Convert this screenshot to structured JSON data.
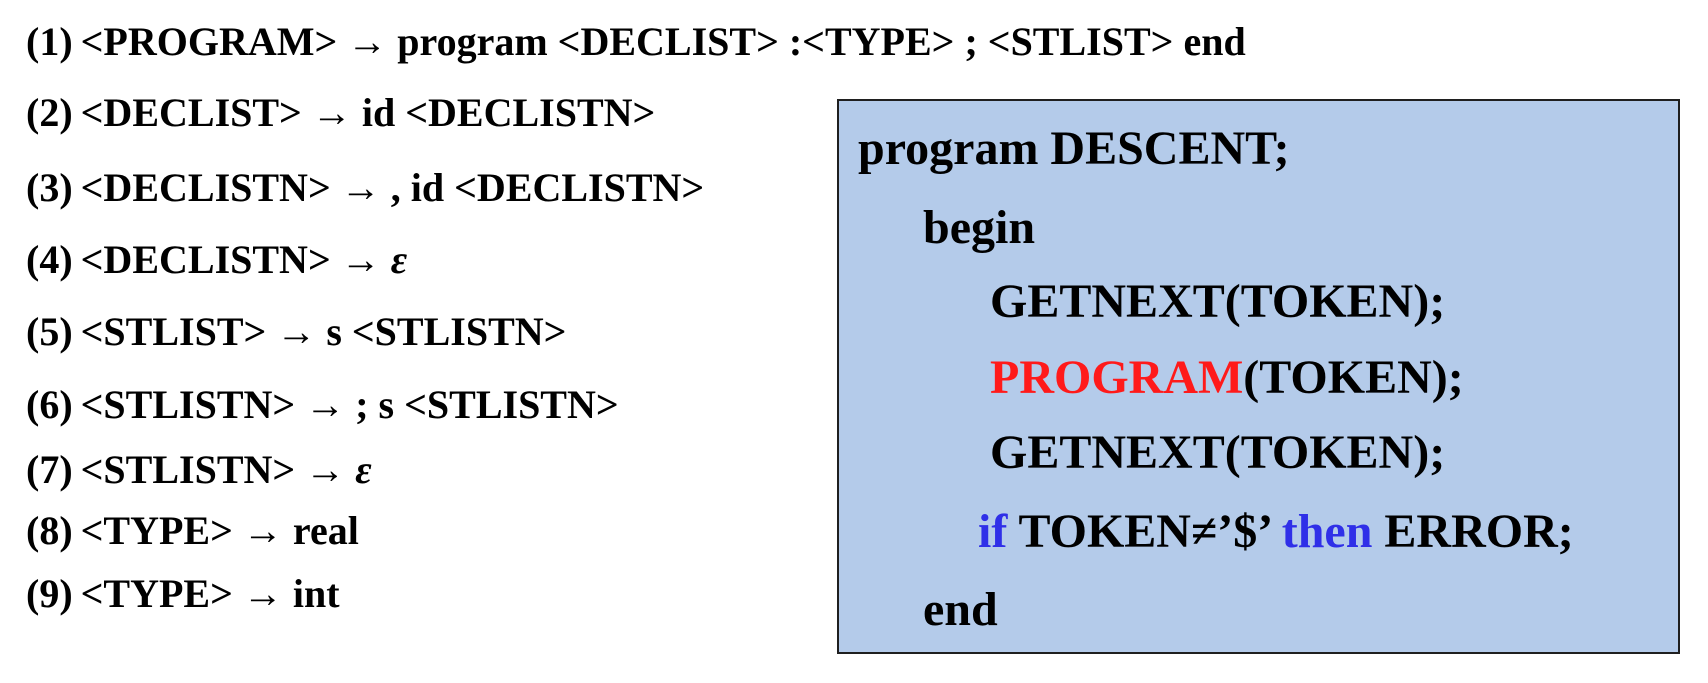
{
  "grammar": {
    "rules": [
      {
        "num": "(1)",
        "text": "<PROGRAM> → program <DECLIST> :<TYPE> ; <STLIST> end"
      },
      {
        "num": "(2)",
        "text": "<DECLIST> → id <DECLISTN>"
      },
      {
        "num": "(3)",
        "text": "<DECLISTN> → , id <DECLISTN>"
      },
      {
        "num": "(4)",
        "text": "<DECLISTN> → ",
        "eps": "ε"
      },
      {
        "num": "(5)",
        "text": "<STLIST> → s <STLISTN>"
      },
      {
        "num": "(6)",
        "text": "<STLISTN> → ; s <STLISTN>"
      },
      {
        "num": "(7)",
        "text": "<STLISTN> → ",
        "eps": "ε"
      },
      {
        "num": "(8)",
        "text": "<TYPE> → real"
      },
      {
        "num": "(9)",
        "text": "<TYPE> → int"
      }
    ]
  },
  "code": {
    "line1": "program DESCENT;",
    "line2": "begin",
    "line3": "GETNEXT(TOKEN);",
    "line4_call": "PROGRAM",
    "line4_args": "(TOKEN);",
    "line5": "GETNEXT(TOKEN);",
    "line6_if": "if",
    "line6_cond": " TOKEN≠’$’  ",
    "line6_then": "then",
    "line6_rest": " ERROR;",
    "line7": "end"
  },
  "colors": {
    "box_background": "#b4cbea",
    "keyword": "#2f2fe8",
    "highlight": "#ff1a1a"
  }
}
